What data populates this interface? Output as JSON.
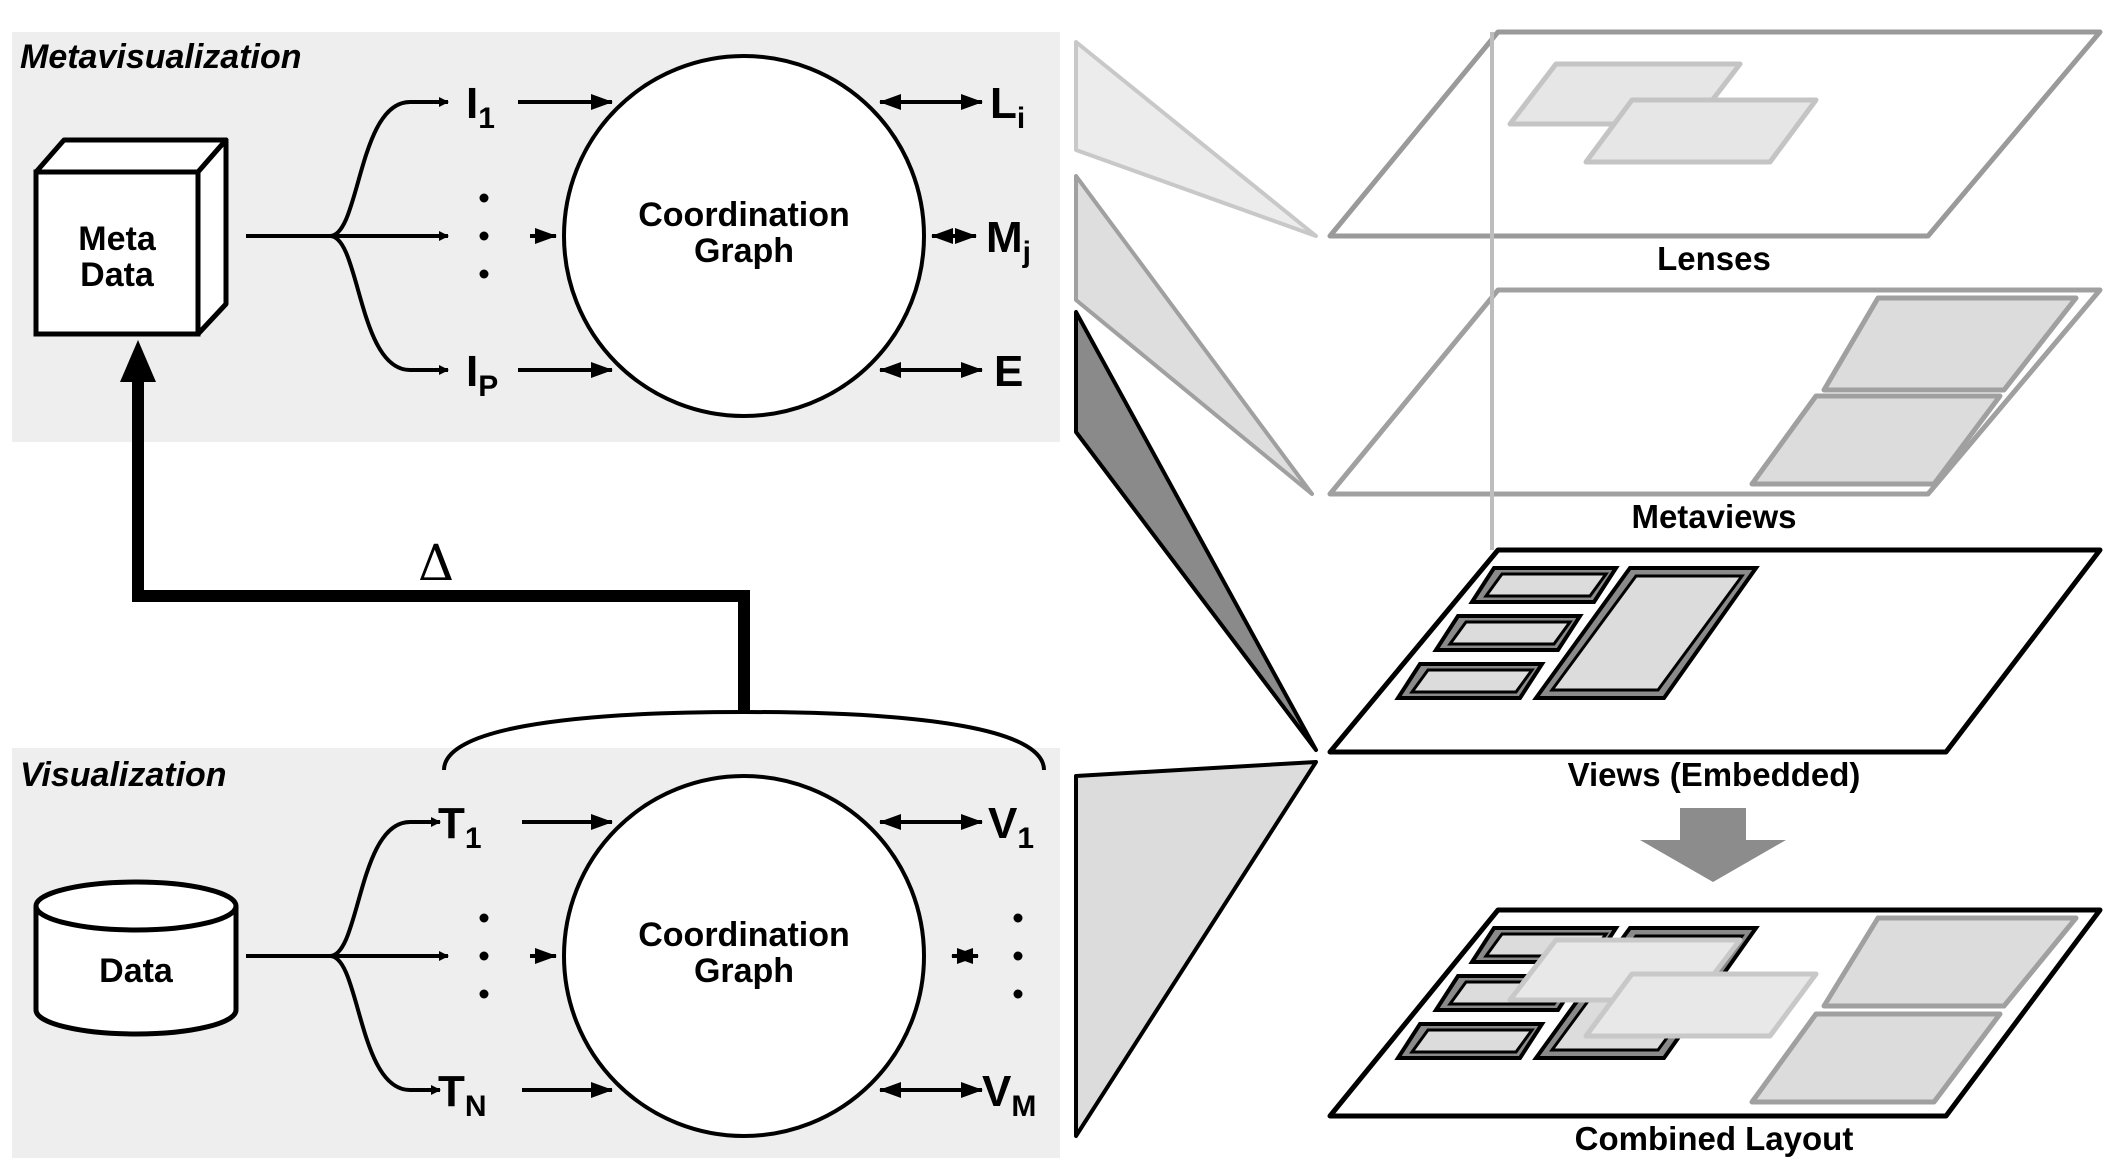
{
  "sections": {
    "meta_title": "Metavisualization",
    "vis_title": "Visualization"
  },
  "meta": {
    "node": [
      "Meta",
      "Data"
    ],
    "graph": [
      "Coordination",
      "Graph"
    ],
    "inputs": [
      {
        "main": "I",
        "sub": "1"
      },
      {
        "main": "I",
        "sub": "P"
      }
    ],
    "outputs": [
      {
        "main": "L",
        "sub": "i"
      },
      {
        "main": "M",
        "sub": "j"
      },
      {
        "main": "E",
        "sub": ""
      }
    ]
  },
  "vis": {
    "node": "Data",
    "graph": [
      "Coordination",
      "Graph"
    ],
    "inputs": [
      {
        "main": "T",
        "sub": "1"
      },
      {
        "main": "T",
        "sub": "N"
      }
    ],
    "outputs": [
      {
        "main": "V",
        "sub": "1"
      },
      {
        "main": "V",
        "sub": "M"
      }
    ]
  },
  "delta": "Δ",
  "layers": {
    "lenses": "Lenses",
    "metaviews": "Metaviews",
    "views": "Views (Embedded)",
    "combined": "Combined Layout"
  },
  "colors": {
    "panel": "#eeeeee",
    "lens_fill": "#e6e6e6",
    "lens_stroke": "#c4c4c4",
    "meta_stroke": "#a0a0a0",
    "meta_fill": "#dcdcdc",
    "view_dark": "#8a8a8a",
    "arrow_gray": "#8c8c8c"
  }
}
